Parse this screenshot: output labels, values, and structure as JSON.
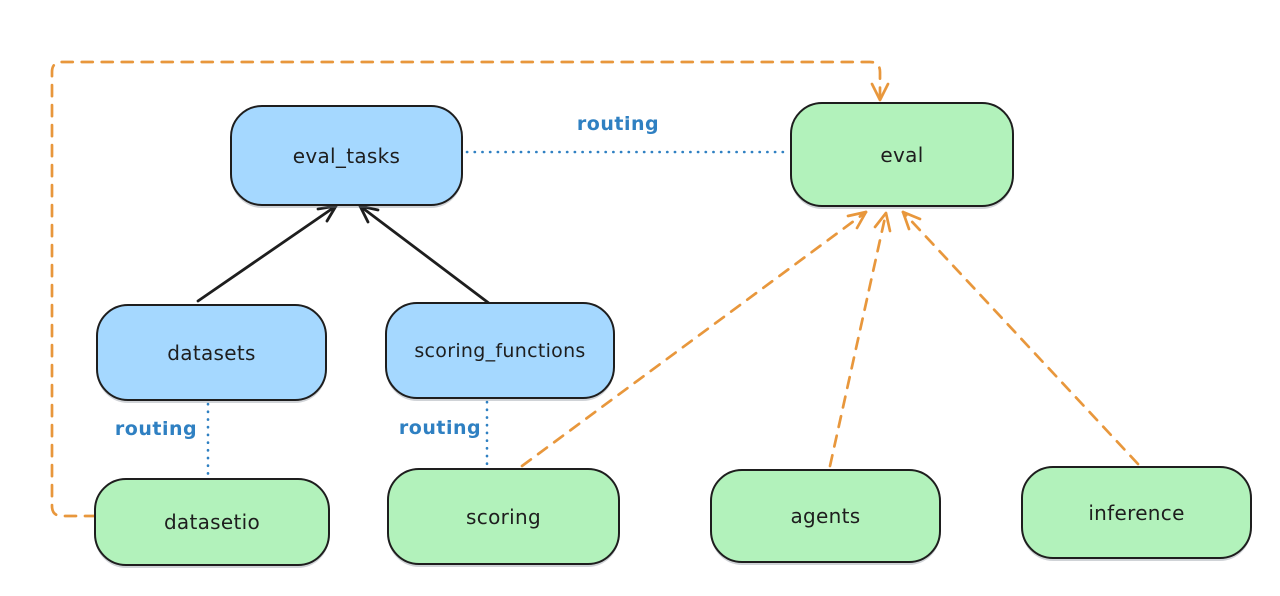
{
  "diagram": {
    "type": "architecture-graph",
    "nodes": {
      "eval_tasks": {
        "label": "eval_tasks",
        "fill": "#a5d8ff",
        "kind": "registry"
      },
      "eval": {
        "label": "eval",
        "fill": "#b2f2bb",
        "kind": "api"
      },
      "datasets": {
        "label": "datasets",
        "fill": "#a5d8ff",
        "kind": "registry"
      },
      "scoring_functions": {
        "label": "scoring_functions",
        "fill": "#a5d8ff",
        "kind": "registry"
      },
      "datasetio": {
        "label": "datasetio",
        "fill": "#b2f2bb",
        "kind": "api"
      },
      "scoring": {
        "label": "scoring",
        "fill": "#b2f2bb",
        "kind": "api"
      },
      "agents": {
        "label": "agents",
        "fill": "#b2f2bb",
        "kind": "api"
      },
      "inference": {
        "label": "inference",
        "fill": "#b2f2bb",
        "kind": "api"
      }
    },
    "edges": [
      {
        "from": "datasets",
        "to": "eval_tasks",
        "style": "solid",
        "arrow": true,
        "color": "#1e1e1e",
        "label": ""
      },
      {
        "from": "scoring_functions",
        "to": "eval_tasks",
        "style": "solid",
        "arrow": true,
        "color": "#1e1e1e",
        "label": ""
      },
      {
        "from": "eval_tasks",
        "to": "eval",
        "style": "dotted",
        "arrow": false,
        "color": "#2f80c2",
        "label": "routing"
      },
      {
        "from": "datasets",
        "to": "datasetio",
        "style": "dotted",
        "arrow": false,
        "color": "#2f80c2",
        "label": "routing"
      },
      {
        "from": "scoring_functions",
        "to": "scoring",
        "style": "dotted",
        "arrow": false,
        "color": "#2f80c2",
        "label": "routing"
      },
      {
        "from": "datasetio",
        "to": "eval",
        "style": "dashed",
        "arrow": true,
        "color": "#e8973c",
        "route": "left-up-over-top"
      },
      {
        "from": "scoring",
        "to": "eval",
        "style": "dashed",
        "arrow": true,
        "color": "#e8973c",
        "route": "direct"
      },
      {
        "from": "agents",
        "to": "eval",
        "style": "dashed",
        "arrow": true,
        "color": "#e8973c",
        "route": "direct"
      },
      {
        "from": "inference",
        "to": "eval",
        "style": "dashed",
        "arrow": true,
        "color": "#e8973c",
        "route": "direct"
      }
    ],
    "colors": {
      "registry_blue_fill": "#a5d8ff",
      "api_green_fill": "#b2f2bb",
      "node_stroke": "#1e1e1e",
      "routing_blue": "#2f80c2",
      "dashed_orange": "#e8973c",
      "background": "#ffffff"
    }
  }
}
